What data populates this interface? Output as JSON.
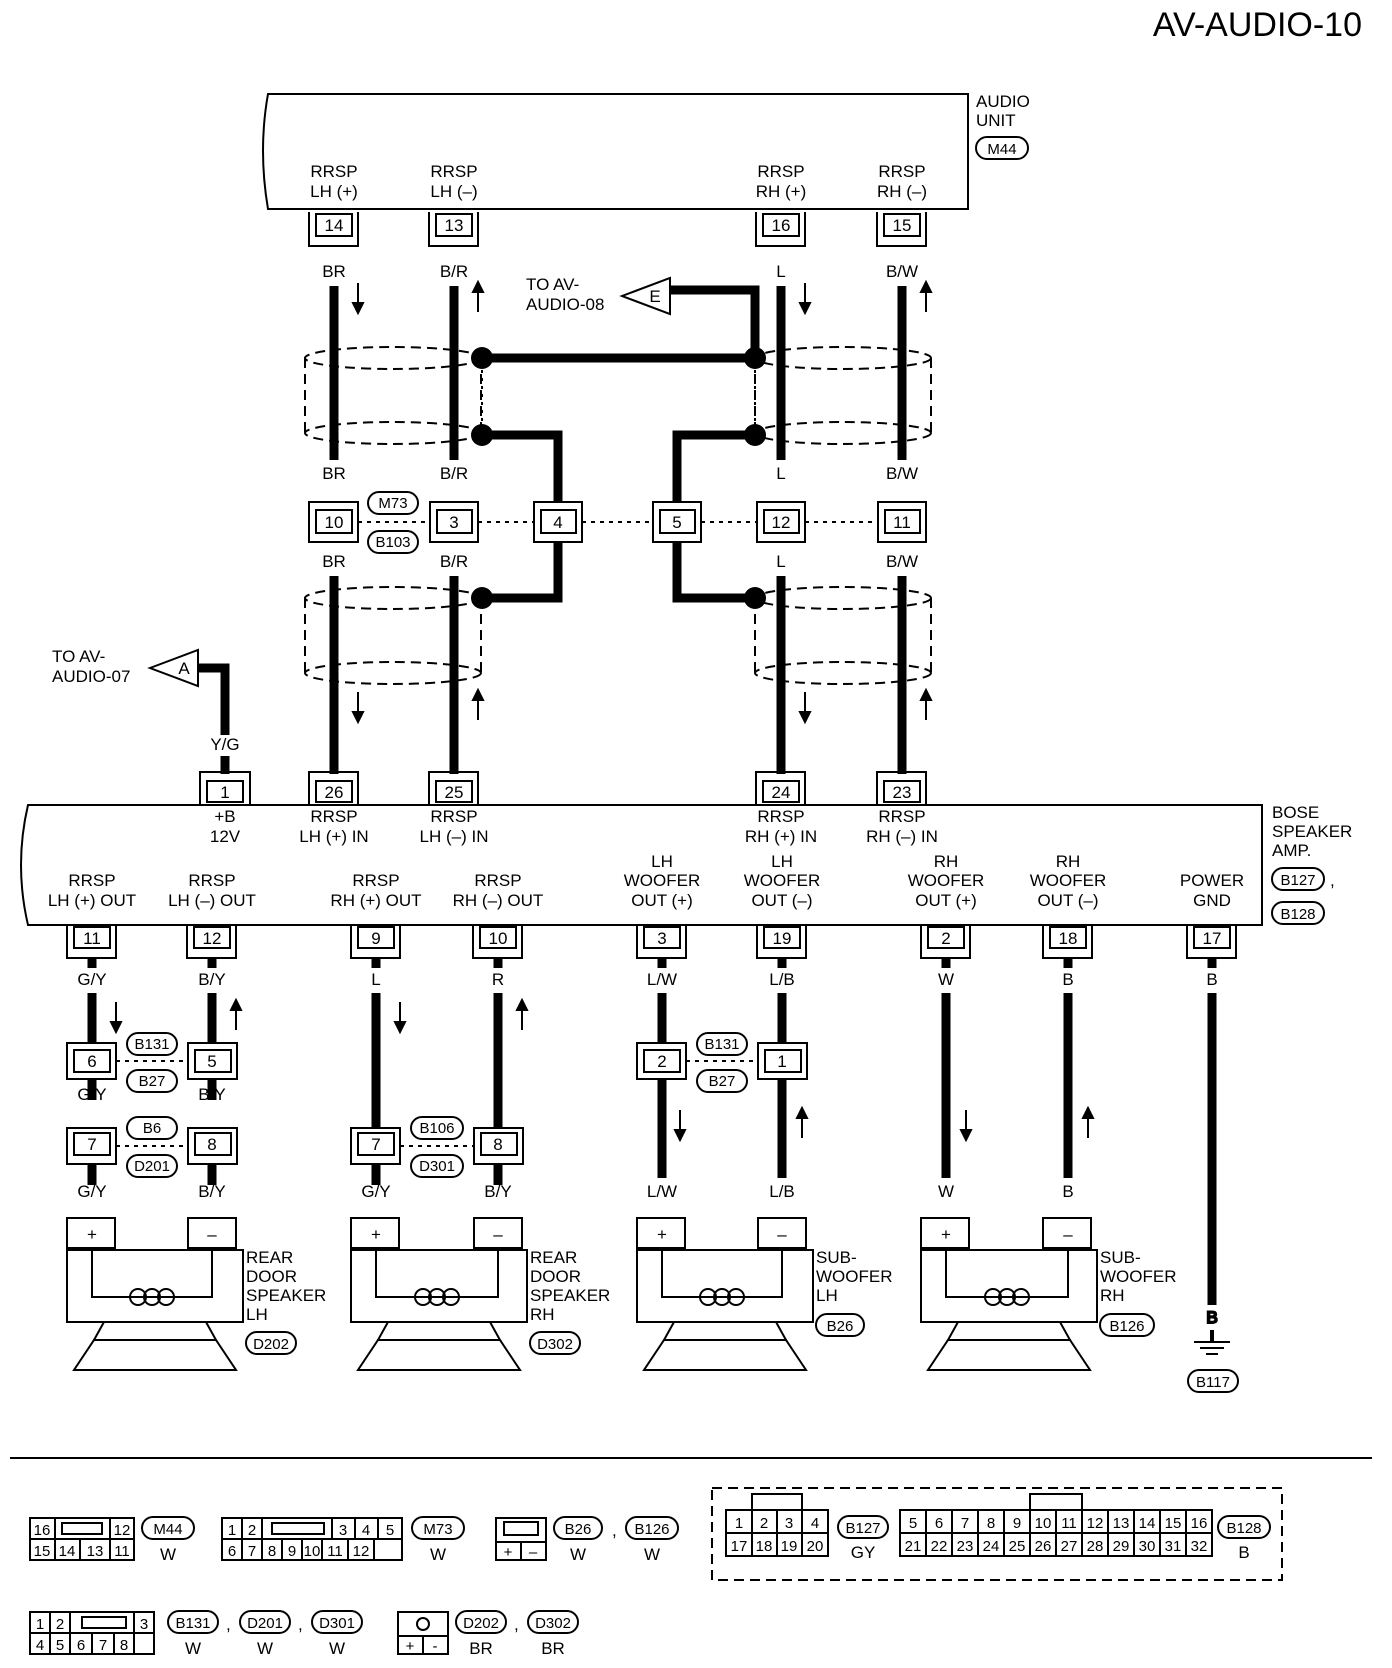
{
  "page_title": "AV-AUDIO-10",
  "audio_unit": {
    "name_lines": [
      "AUDIO",
      "UNIT"
    ],
    "connector": "M44",
    "pins": [
      {
        "num": "14",
        "label": [
          "RRSP",
          "LH (+)"
        ],
        "wire": "BR"
      },
      {
        "num": "13",
        "label": [
          "RRSP",
          "LH (–)"
        ],
        "wire": "B/R"
      },
      {
        "num": "16",
        "label": [
          "RRSP",
          "RH (+)"
        ],
        "wire": "L"
      },
      {
        "num": "15",
        "label": [
          "RRSP",
          "RH (–)"
        ],
        "wire": "B/W"
      }
    ]
  },
  "offpage": [
    {
      "letter": "E",
      "text": [
        "TO AV-",
        "AUDIO-08"
      ]
    },
    {
      "letter": "A",
      "text": [
        "TO AV-",
        "AUDIO-07"
      ]
    }
  ],
  "joint": {
    "connectors": [
      "M73",
      "B103"
    ],
    "pins": [
      "10",
      "3",
      "4",
      "5",
      "12",
      "11"
    ],
    "wires_above": [
      "BR",
      "B/R",
      "L",
      "B/W"
    ],
    "wires_below": [
      "BR",
      "B/R",
      "L",
      "B/W"
    ]
  },
  "amp": {
    "name_lines": [
      "BOSE",
      "SPEAKER",
      "AMP."
    ],
    "connectors": [
      "B127",
      "B128"
    ],
    "top_pins": [
      {
        "num": "1",
        "label": [
          "+B",
          "12V"
        ],
        "wire": "Y/G"
      },
      {
        "num": "26",
        "label": [
          "RRSP",
          "LH (+) IN"
        ]
      },
      {
        "num": "25",
        "label": [
          "RRSP",
          "LH (–) IN"
        ]
      },
      {
        "num": "24",
        "label": [
          "RRSP",
          "RH (+) IN"
        ]
      },
      {
        "num": "23",
        "label": [
          "RRSP",
          "RH (–) IN"
        ]
      }
    ],
    "bottom_pins": [
      {
        "num": "11",
        "label": [
          "RRSP",
          "LH (+) OUT"
        ],
        "wire": "G/Y"
      },
      {
        "num": "12",
        "label": [
          "RRSP",
          "LH (–) OUT"
        ],
        "wire": "B/Y"
      },
      {
        "num": "9",
        "label": [
          "RRSP",
          "RH (+) OUT"
        ],
        "wire": "L"
      },
      {
        "num": "10",
        "label": [
          "RRSP",
          "RH (–) OUT"
        ],
        "wire": "R"
      },
      {
        "num": "3",
        "label": [
          "LH",
          "WOOFER",
          "OUT (+)"
        ],
        "wire": "L/W"
      },
      {
        "num": "19",
        "label": [
          "LH",
          "WOOFER",
          "OUT (–)"
        ],
        "wire": "L/B"
      },
      {
        "num": "2",
        "label": [
          "RH",
          "WOOFER",
          "OUT (+)"
        ],
        "wire": "W"
      },
      {
        "num": "18",
        "label": [
          "RH",
          "WOOFER",
          "OUT (–)"
        ],
        "wire": "B"
      },
      {
        "num": "17",
        "label": [
          "POWER",
          "GND"
        ],
        "wire": "B"
      }
    ]
  },
  "inline_connectors": [
    {
      "ids": [
        "B131",
        "B27"
      ],
      "pins": [
        "6",
        "5"
      ],
      "wires_below": [
        "G/Y",
        "B/Y"
      ]
    },
    {
      "ids": [
        "B6",
        "D201"
      ],
      "pins": [
        "7",
        "8"
      ],
      "wires_below": [
        "G/Y",
        "B/Y"
      ]
    },
    {
      "ids": [
        "B106",
        "D301"
      ],
      "pins": [
        "7",
        "8"
      ],
      "wires_below": [
        "G/Y",
        "B/Y"
      ]
    },
    {
      "ids": [
        "B131",
        "B27"
      ],
      "pins": [
        "2",
        "1"
      ],
      "wires_below": [
        "L/W",
        "L/B"
      ]
    }
  ],
  "speakers": [
    {
      "name": [
        "REAR",
        "DOOR",
        "SPEAKER",
        "LH"
      ],
      "connector": "D202"
    },
    {
      "name": [
        "REAR",
        "DOOR",
        "SPEAKER",
        "RH"
      ],
      "connector": "D302"
    },
    {
      "name": [
        "SUB-",
        "WOOFER",
        "LH"
      ],
      "connector": "B26"
    },
    {
      "name": [
        "SUB-",
        "WOOFER",
        "RH"
      ],
      "connector": "B126"
    }
  ],
  "speaker_terminals": [
    "+",
    "–"
  ],
  "ground": {
    "wire": "B",
    "connector": "B117"
  },
  "legend": [
    {
      "ids": [
        "M44"
      ],
      "colors": [
        "W"
      ],
      "cells": [
        "16",
        "12",
        "15",
        "14",
        "13",
        "11"
      ]
    },
    {
      "ids": [
        "M73"
      ],
      "colors": [
        "W"
      ],
      "cells": [
        "1",
        "2",
        "3",
        "4",
        "5",
        "6",
        "7",
        "8",
        "9",
        "10",
        "11",
        "12"
      ]
    },
    {
      "ids": [
        "B26",
        "B126"
      ],
      "colors": [
        "W",
        "W"
      ],
      "cells": [
        "+",
        "–"
      ]
    },
    {
      "ids": [
        "B127"
      ],
      "colors": [
        "GY"
      ],
      "cells": [
        "1",
        "2",
        "3",
        "4",
        "17",
        "18",
        "19",
        "20"
      ]
    },
    {
      "ids": [
        "B128"
      ],
      "colors": [
        "B"
      ],
      "cells": [
        "5",
        "6",
        "7",
        "8",
        "9",
        "10",
        "11",
        "12",
        "13",
        "14",
        "15",
        "16",
        "21",
        "22",
        "23",
        "24",
        "25",
        "26",
        "27",
        "28",
        "29",
        "30",
        "31",
        "32"
      ]
    },
    {
      "ids": [
        "B131",
        "D201",
        "D301"
      ],
      "colors": [
        "W",
        "W",
        "W"
      ],
      "cells": [
        "1",
        "2",
        "3",
        "4",
        "5",
        "6",
        "7",
        "8"
      ]
    },
    {
      "ids": [
        "D202",
        "D302"
      ],
      "colors": [
        "BR",
        "BR"
      ],
      "cells": [
        "+",
        "-"
      ]
    }
  ]
}
